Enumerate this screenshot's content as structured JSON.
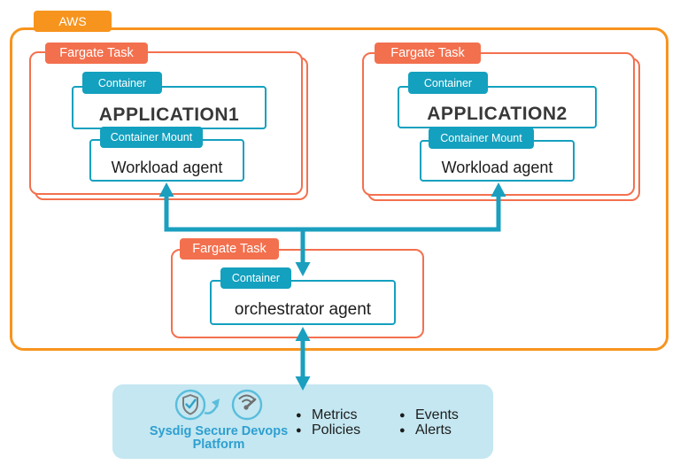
{
  "aws": {
    "label": "AWS"
  },
  "badges": {
    "fargate_task": "Fargate Task",
    "container": "Container",
    "container_mount": "Container Mount"
  },
  "nodes": {
    "application1": "APPLICATION1",
    "application2": "APPLICATION2",
    "workload_agent": "Workload agent",
    "orchestrator_agent": "orchestrator agent"
  },
  "platform": {
    "name_line1": "Sysdig Secure Devops",
    "name_line2": "Platform",
    "bullets_col1": [
      "Metrics",
      "Policies"
    ],
    "bullets_col2": [
      "Events",
      "Alerts"
    ]
  },
  "colors": {
    "aws_orange": "#F7941E",
    "fargate_coral": "#F3704E",
    "teal": "#14A0BF",
    "arrow_teal": "#1A9FBF",
    "platform_bg": "#C4E7F1",
    "platform_text": "#2E9FD0"
  }
}
